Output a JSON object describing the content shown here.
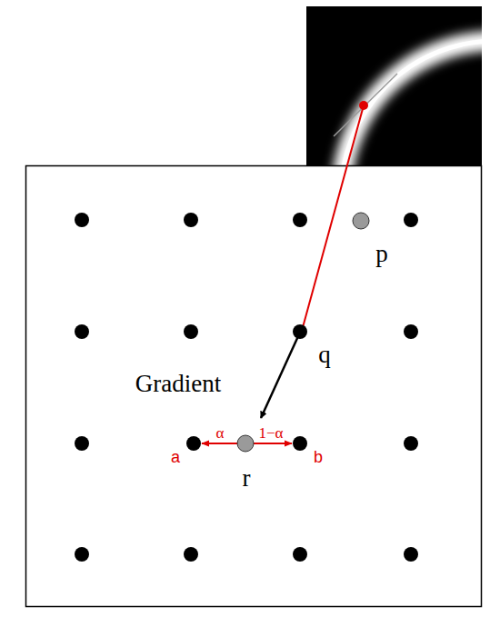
{
  "diagram": {
    "labels": [
      "p",
      "q",
      "Gradient",
      "α",
      "1−α",
      "a",
      "b",
      "r"
    ]
  }
}
